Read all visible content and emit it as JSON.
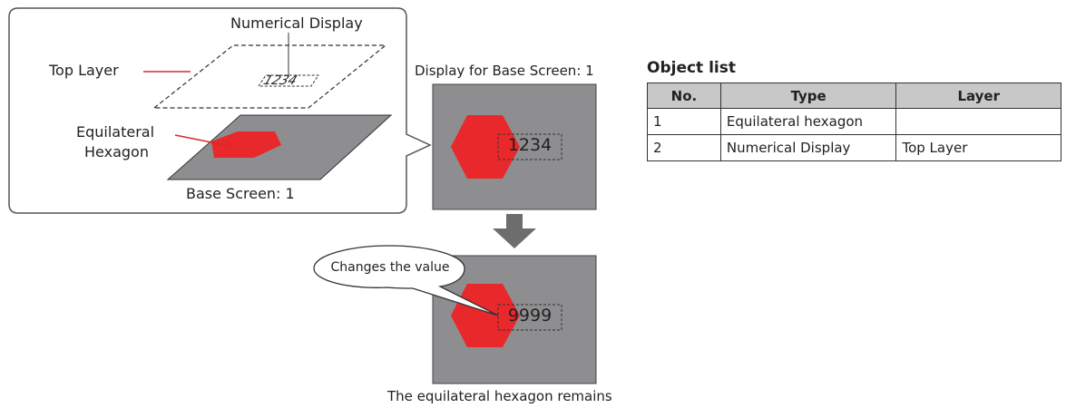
{
  "layers_callout": {
    "numerical_display_label": "Numerical Display",
    "top_layer_label": "Top Layer",
    "equilateral_label_line1": "Equilateral",
    "equilateral_label_line2": "Hexagon",
    "base_screen_label": "Base Screen: 1",
    "small_value": "1234"
  },
  "display_before": {
    "title": "Display for Base Screen: 1",
    "value": "1234"
  },
  "display_after": {
    "value": "9999",
    "speech": "Changes the value",
    "caption": "The equilateral hexagon remains"
  },
  "object_list": {
    "title": "Object list",
    "headers": [
      "No.",
      "Type",
      "Layer"
    ],
    "rows": [
      [
        "1",
        "Equilateral hexagon",
        ""
      ],
      [
        "2",
        "Numerical Display",
        "Top Layer"
      ]
    ]
  },
  "colors": {
    "screen_gray": "#8e8e90",
    "hexagon_red": "#e8282b",
    "arrow_gray": "#6d6d6d",
    "table_header": "#c8c8c8"
  }
}
